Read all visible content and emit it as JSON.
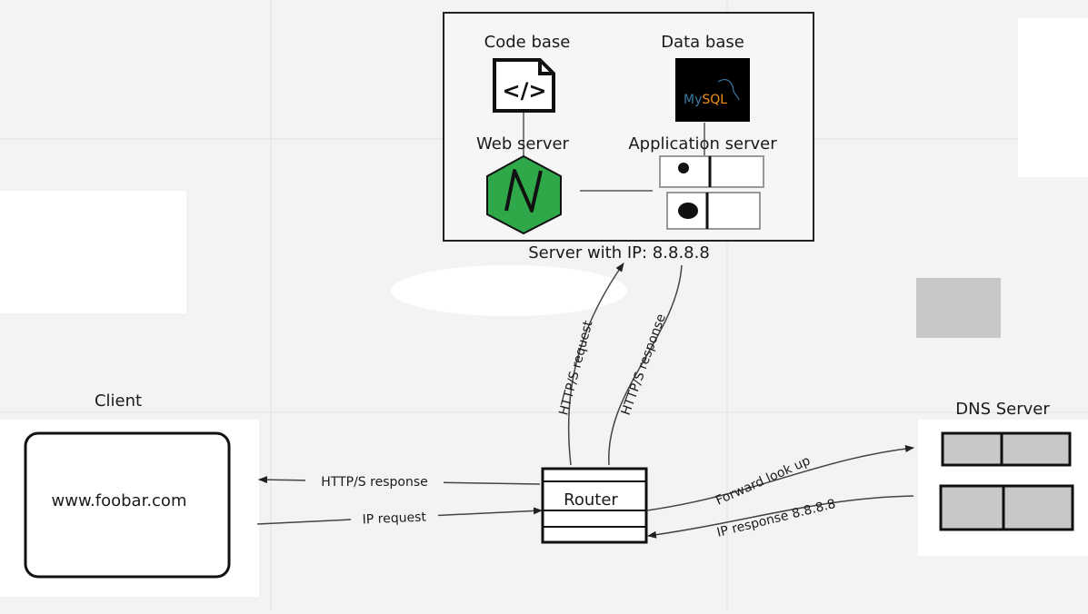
{
  "server": {
    "code_base_label": "Code base",
    "data_base_label": "Data base",
    "web_server_label": "Web server",
    "app_server_label": "Application server",
    "caption": "Server with IP: 8.8.8.8",
    "mysql_text_1": "My",
    "mysql_text_2": "SQL",
    "code_icon_text": "</>"
  },
  "client": {
    "label": "Client",
    "url": "www.foobar.com"
  },
  "router": {
    "label": "Router"
  },
  "dns": {
    "label": "DNS Server"
  },
  "edges": {
    "http_request": "HTTP/S request",
    "http_response_up": "HTTP/S response",
    "http_response_client": "HTTP/S response",
    "ip_request": "IP request",
    "forward_lookup": "Forward look up",
    "ip_response": "IP response 8.8.8.8"
  },
  "colors": {
    "nginx_green": "#2fa84a",
    "mysql_bg": "#000000",
    "mysql_blue": "#3b79a5",
    "mysql_orange": "#f29111",
    "dns_fill": "#c8c8c8",
    "placeholder_gray": "#c8c8c8"
  }
}
